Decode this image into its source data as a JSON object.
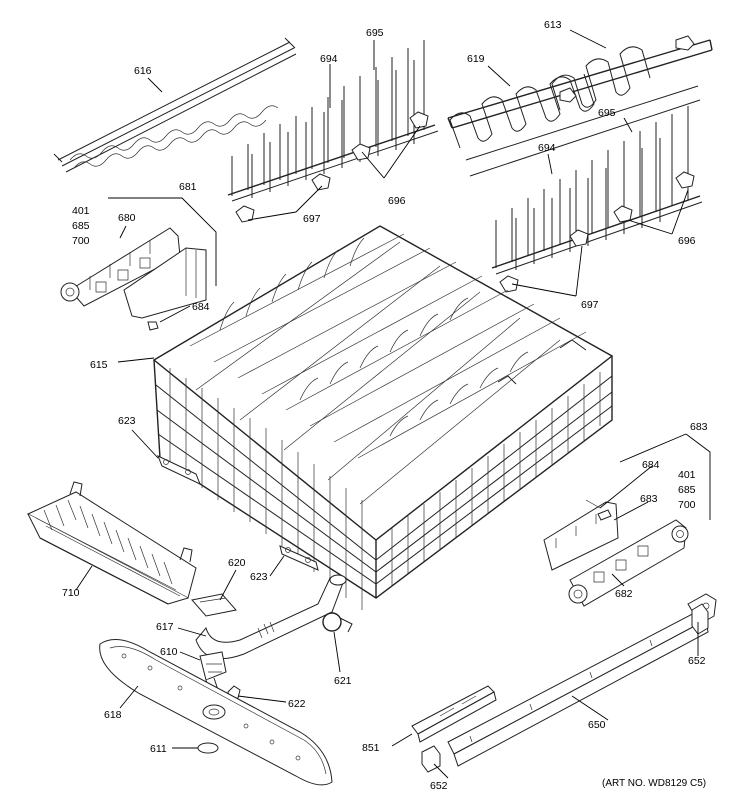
{
  "labels": {
    "l616": "616",
    "l694a": "694",
    "l695a": "695",
    "l613": "613",
    "l619": "619",
    "l695b": "695",
    "l694b": "694",
    "l696a": "696",
    "l697a": "697",
    "l681": "681",
    "l401a": "401",
    "l685a": "685",
    "l700a": "700",
    "l680": "680",
    "l684a": "684",
    "l696b": "696",
    "l697b": "697",
    "l615": "615",
    "l623a": "623",
    "l683a": "683",
    "l684b": "684",
    "l401b": "401",
    "l685b": "685",
    "l700b": "700",
    "l683b": "683",
    "l682": "682",
    "l710": "710",
    "l620": "620",
    "l623b": "623",
    "l617": "617",
    "l610": "610",
    "l621": "621",
    "l652a": "652",
    "l618": "618",
    "l622": "622",
    "l650": "650",
    "l611": "611",
    "l851": "851",
    "l652b": "652"
  },
  "art_number": "(ART NO. WD8129 C5)"
}
